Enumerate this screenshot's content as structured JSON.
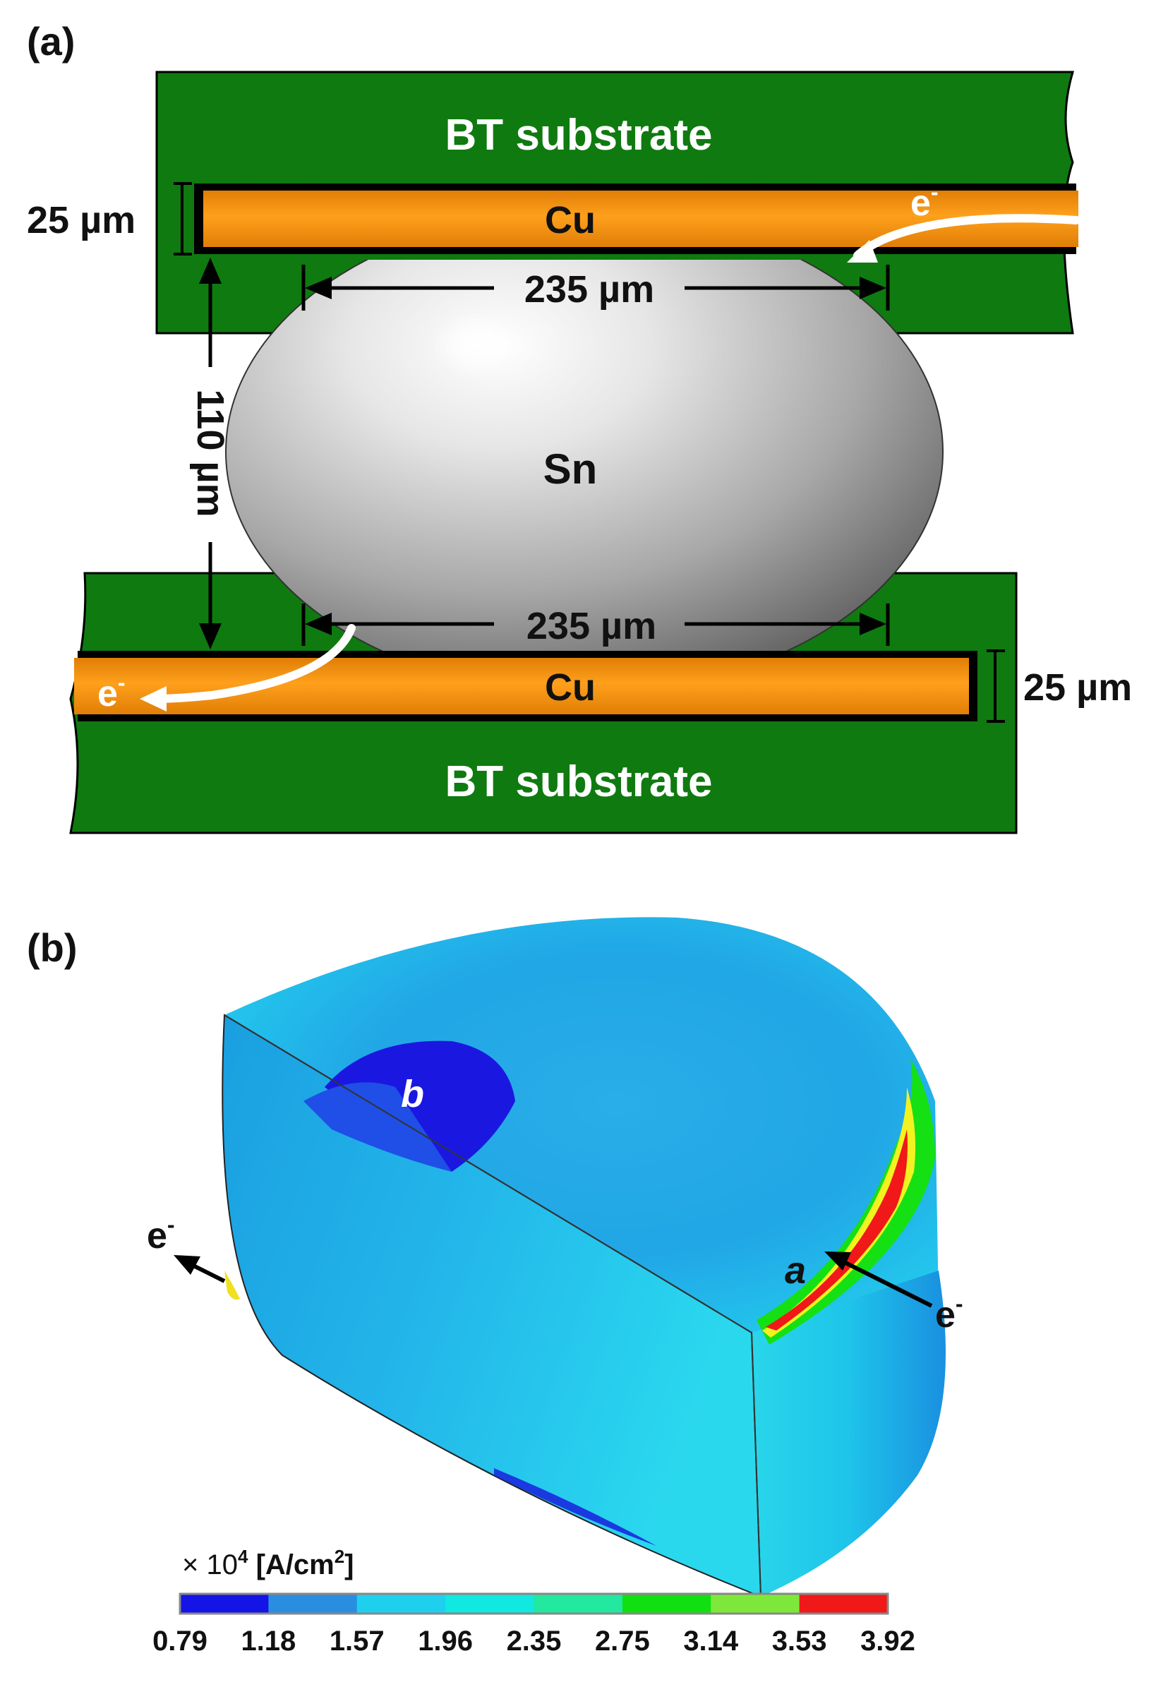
{
  "panel_a": {
    "label": "(a)",
    "top_substrate": "BT substrate",
    "bottom_substrate": "BT substrate",
    "top_pad": "Cu",
    "bottom_pad": "Cu",
    "solder": "Sn",
    "top_pad_thickness": "25 µm",
    "bottom_pad_thickness": "25 µm",
    "top_opening": "235 µm",
    "bottom_opening": "235 µm",
    "joint_height": "110 µm",
    "electron": "e",
    "electron_sup": "-",
    "colors": {
      "substrate": "#0f7a10",
      "copper": "#ff9a1a",
      "outline": "#000000"
    }
  },
  "panel_b": {
    "label": "(b)",
    "point_a": "a",
    "point_b": "b",
    "electron": "e",
    "electron_sup": "-",
    "colorbar": {
      "title_prefix": "× 10",
      "title_exp": "4",
      "title_unit": "[A/cm",
      "title_unit_exp": "2",
      "title_close": "]",
      "tick_labels": [
        "0.79",
        "1.18",
        "1.57",
        "1.96",
        "2.35",
        "2.75",
        "3.14",
        "3.53",
        "3.92"
      ],
      "colors": [
        "#1414e6",
        "#2a8ee0",
        "#1fd0ee",
        "#10e8e0",
        "#22e8a0",
        "#10e010",
        "#7ee83a",
        "#f5f520",
        "#f01818"
      ]
    }
  }
}
